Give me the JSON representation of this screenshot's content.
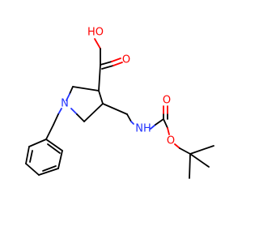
{
  "labels": {
    "hydroxyl": "HO",
    "carbonyl_oxygen_acid": "O",
    "ring_nitrogen": "N",
    "amide_nitrogen": "NH",
    "carbonyl_oxygen_carbamate": "O",
    "ester_oxygen": "O"
  },
  "colors": {
    "oxygen": "#ff0000",
    "nitrogen": "#2233ff",
    "bond": "#000000",
    "background": "#ffffff"
  }
}
